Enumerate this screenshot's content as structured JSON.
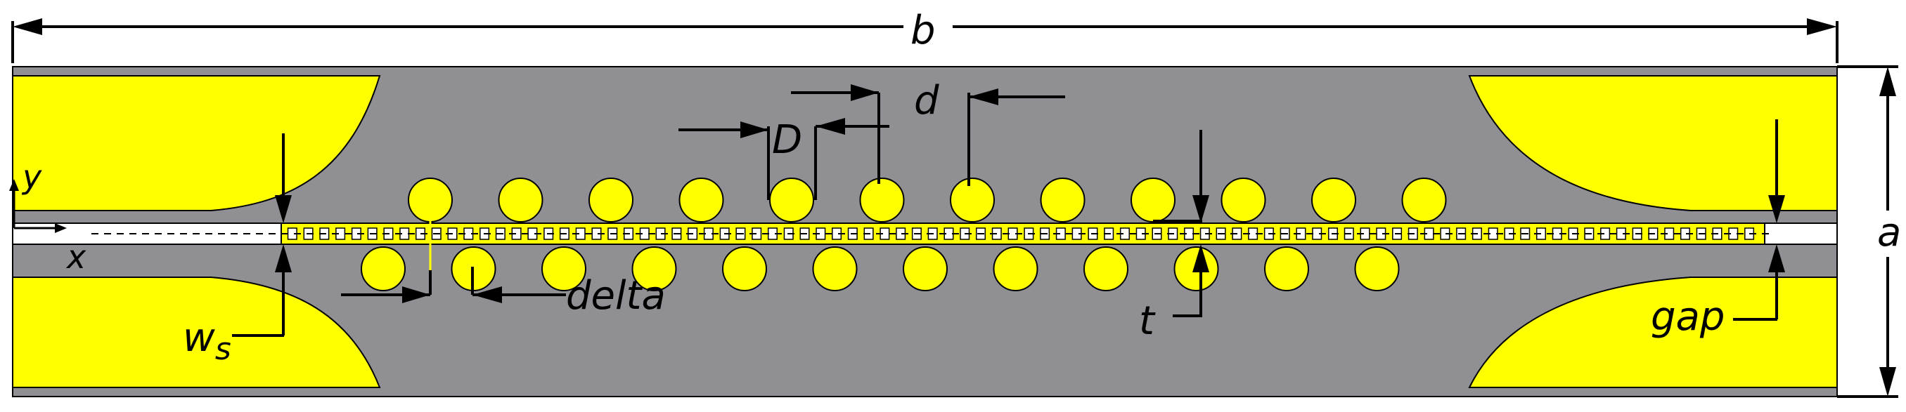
{
  "labels": {
    "b": "b",
    "a": "a",
    "d": "d",
    "D": "D",
    "delta": "delta",
    "t": "t",
    "gap": "gap",
    "ws_main": "w",
    "ws_sub": "s",
    "y": "y",
    "x": "x"
  },
  "colors": {
    "substrate": "#909094",
    "metal": "#ffff00",
    "outline": "#000000",
    "background": "#ffffff"
  },
  "structure": {
    "upper_row_posts": 12,
    "lower_row_posts": 12,
    "slot_cells": 92
  }
}
